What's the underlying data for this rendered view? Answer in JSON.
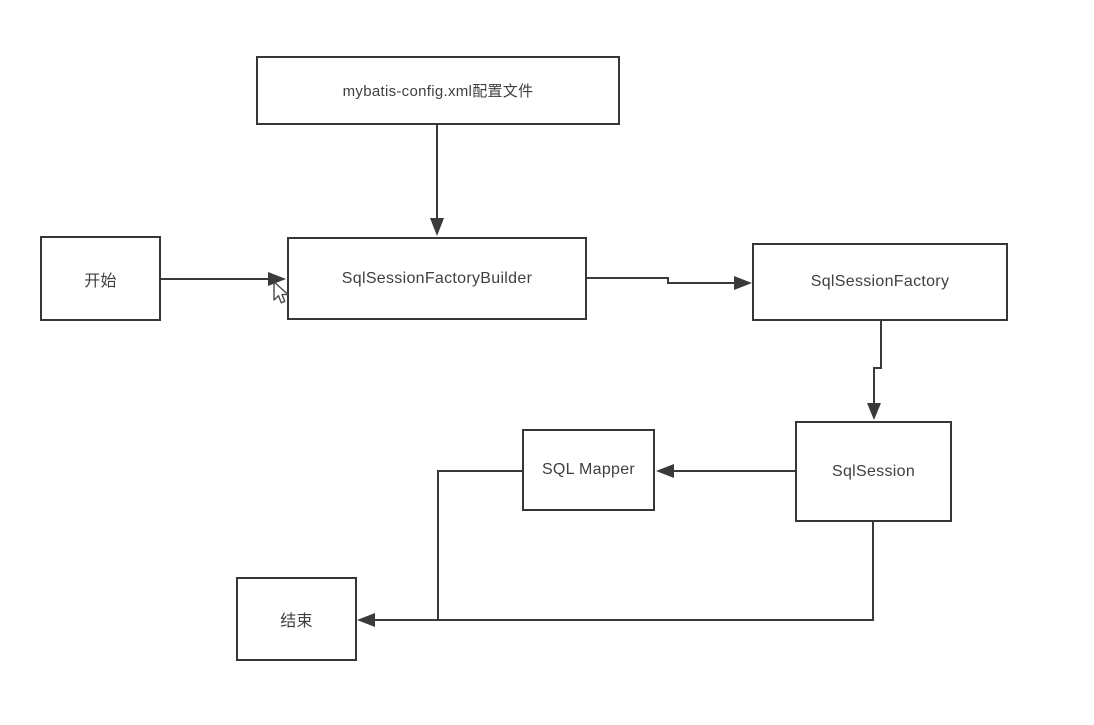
{
  "diagram": {
    "nodes": {
      "config": {
        "label": "mybatis-config.xml配置文件"
      },
      "start": {
        "label": "开始"
      },
      "builder": {
        "label": "SqlSessionFactoryBuilder"
      },
      "factory": {
        "label": "SqlSessionFactory"
      },
      "session": {
        "label": "SqlSession"
      },
      "mapper": {
        "label": "SQL Mapper"
      },
      "end": {
        "label": "结束"
      }
    },
    "edges": [
      {
        "from": "config",
        "to": "builder"
      },
      {
        "from": "start",
        "to": "builder"
      },
      {
        "from": "builder",
        "to": "factory"
      },
      {
        "from": "factory",
        "to": "session"
      },
      {
        "from": "session",
        "to": "mapper"
      },
      {
        "from": "mapper",
        "to": "end"
      },
      {
        "from": "session",
        "to": "end"
      }
    ],
    "colors": {
      "line": "#3a3a3a",
      "border": "#363636",
      "text": "#3f3f3f",
      "background": "#ffffff"
    }
  }
}
